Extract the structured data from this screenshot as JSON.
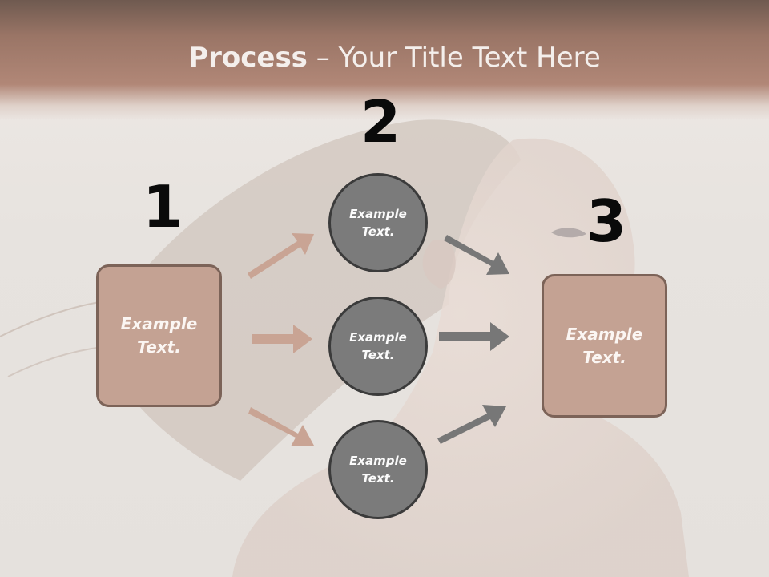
{
  "title": {
    "bold": "Process",
    "rest": " – Your Title Text Here"
  },
  "steps": [
    {
      "number": "1",
      "box_text": "Example\nText."
    },
    {
      "number": "2"
    },
    {
      "number": "3",
      "box_text": "Example\nText."
    }
  ],
  "circles": [
    {
      "text": "Example\nText."
    },
    {
      "text": "Example\nText."
    },
    {
      "text": "Example\nText."
    }
  ],
  "colors": {
    "header": "#b18777",
    "box_fill": "#c4a293",
    "box_border": "#7c6358",
    "circle_fill": "#7b7b7b",
    "circle_border": "#3b3b3b",
    "arrow_left": "#c9a494",
    "arrow_right": "#777777"
  }
}
